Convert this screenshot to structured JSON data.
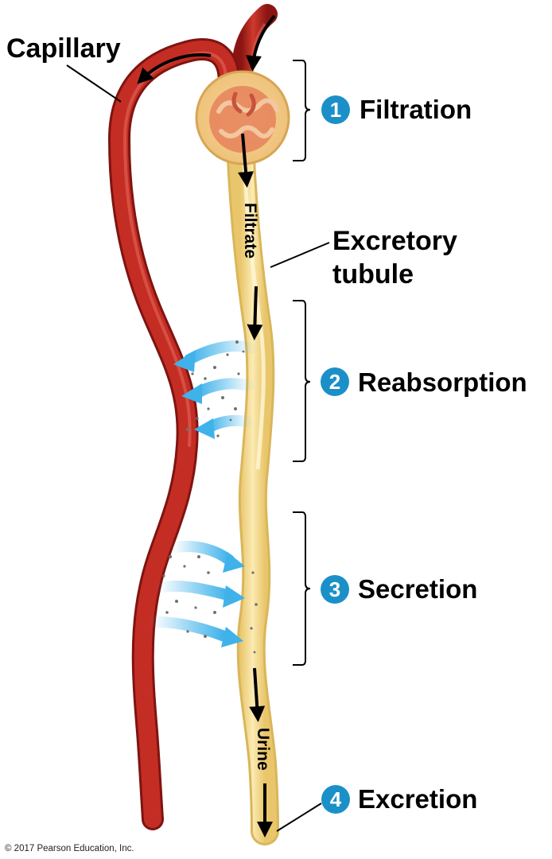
{
  "labels": {
    "capillary": "Capillary",
    "excretory_line1": "Excretory",
    "excretory_line2": "tubule",
    "filtrate": "Filtrate",
    "urine": "Urine"
  },
  "steps": [
    {
      "number": "1",
      "label": "Filtration"
    },
    {
      "number": "2",
      "label": "Reabsorption"
    },
    {
      "number": "3",
      "label": "Secretion"
    },
    {
      "number": "4",
      "label": "Excretion"
    }
  ],
  "copyright": "© 2017 Pearson Education, Inc.",
  "colors": {
    "capillary": "#b8211c",
    "capillary_shade": "#7e1411",
    "tubule": "#f6df9a",
    "tubule_edge": "#d9b65a",
    "step_circle": "#1b90c8",
    "arrow_blue": "#3fb2ea"
  }
}
